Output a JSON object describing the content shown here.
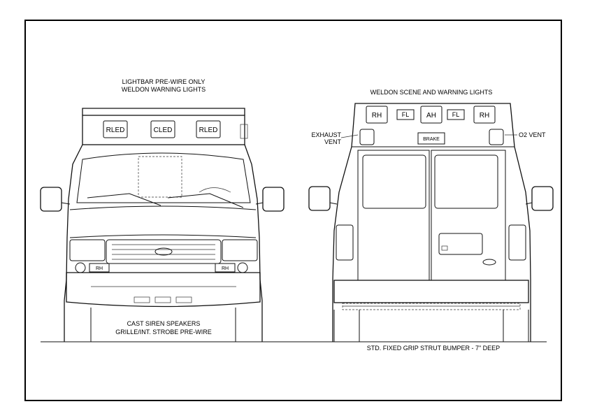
{
  "front": {
    "title_line1": "LIGHTBAR PRE-WIRE ONLY",
    "title_line2": "WELDON WARNING LIGHTS",
    "light_left": "RLED",
    "light_center": "CLED",
    "light_right": "RLED",
    "marker_left": "RH",
    "marker_right": "RH",
    "bottom_line1": "CAST SIREN SPEAKERS",
    "bottom_line2": "GRILLE/INT. STROBE PRE-WIRE"
  },
  "rear": {
    "title": "WELDON SCENE AND WARNING LIGHTS",
    "light_rh_left": "RH",
    "light_fl_left": "FL",
    "light_ah": "AH",
    "light_fl_right": "FL",
    "light_rh_right": "RH",
    "brake": "BRAKE",
    "exhaust_line1": "EXHAUST",
    "exhaust_line2": "VENT",
    "o2_vent": "O2 VENT",
    "bumper_note": "STD. FIXED GRIP STRUT BUMPER - 7\" DEEP"
  }
}
